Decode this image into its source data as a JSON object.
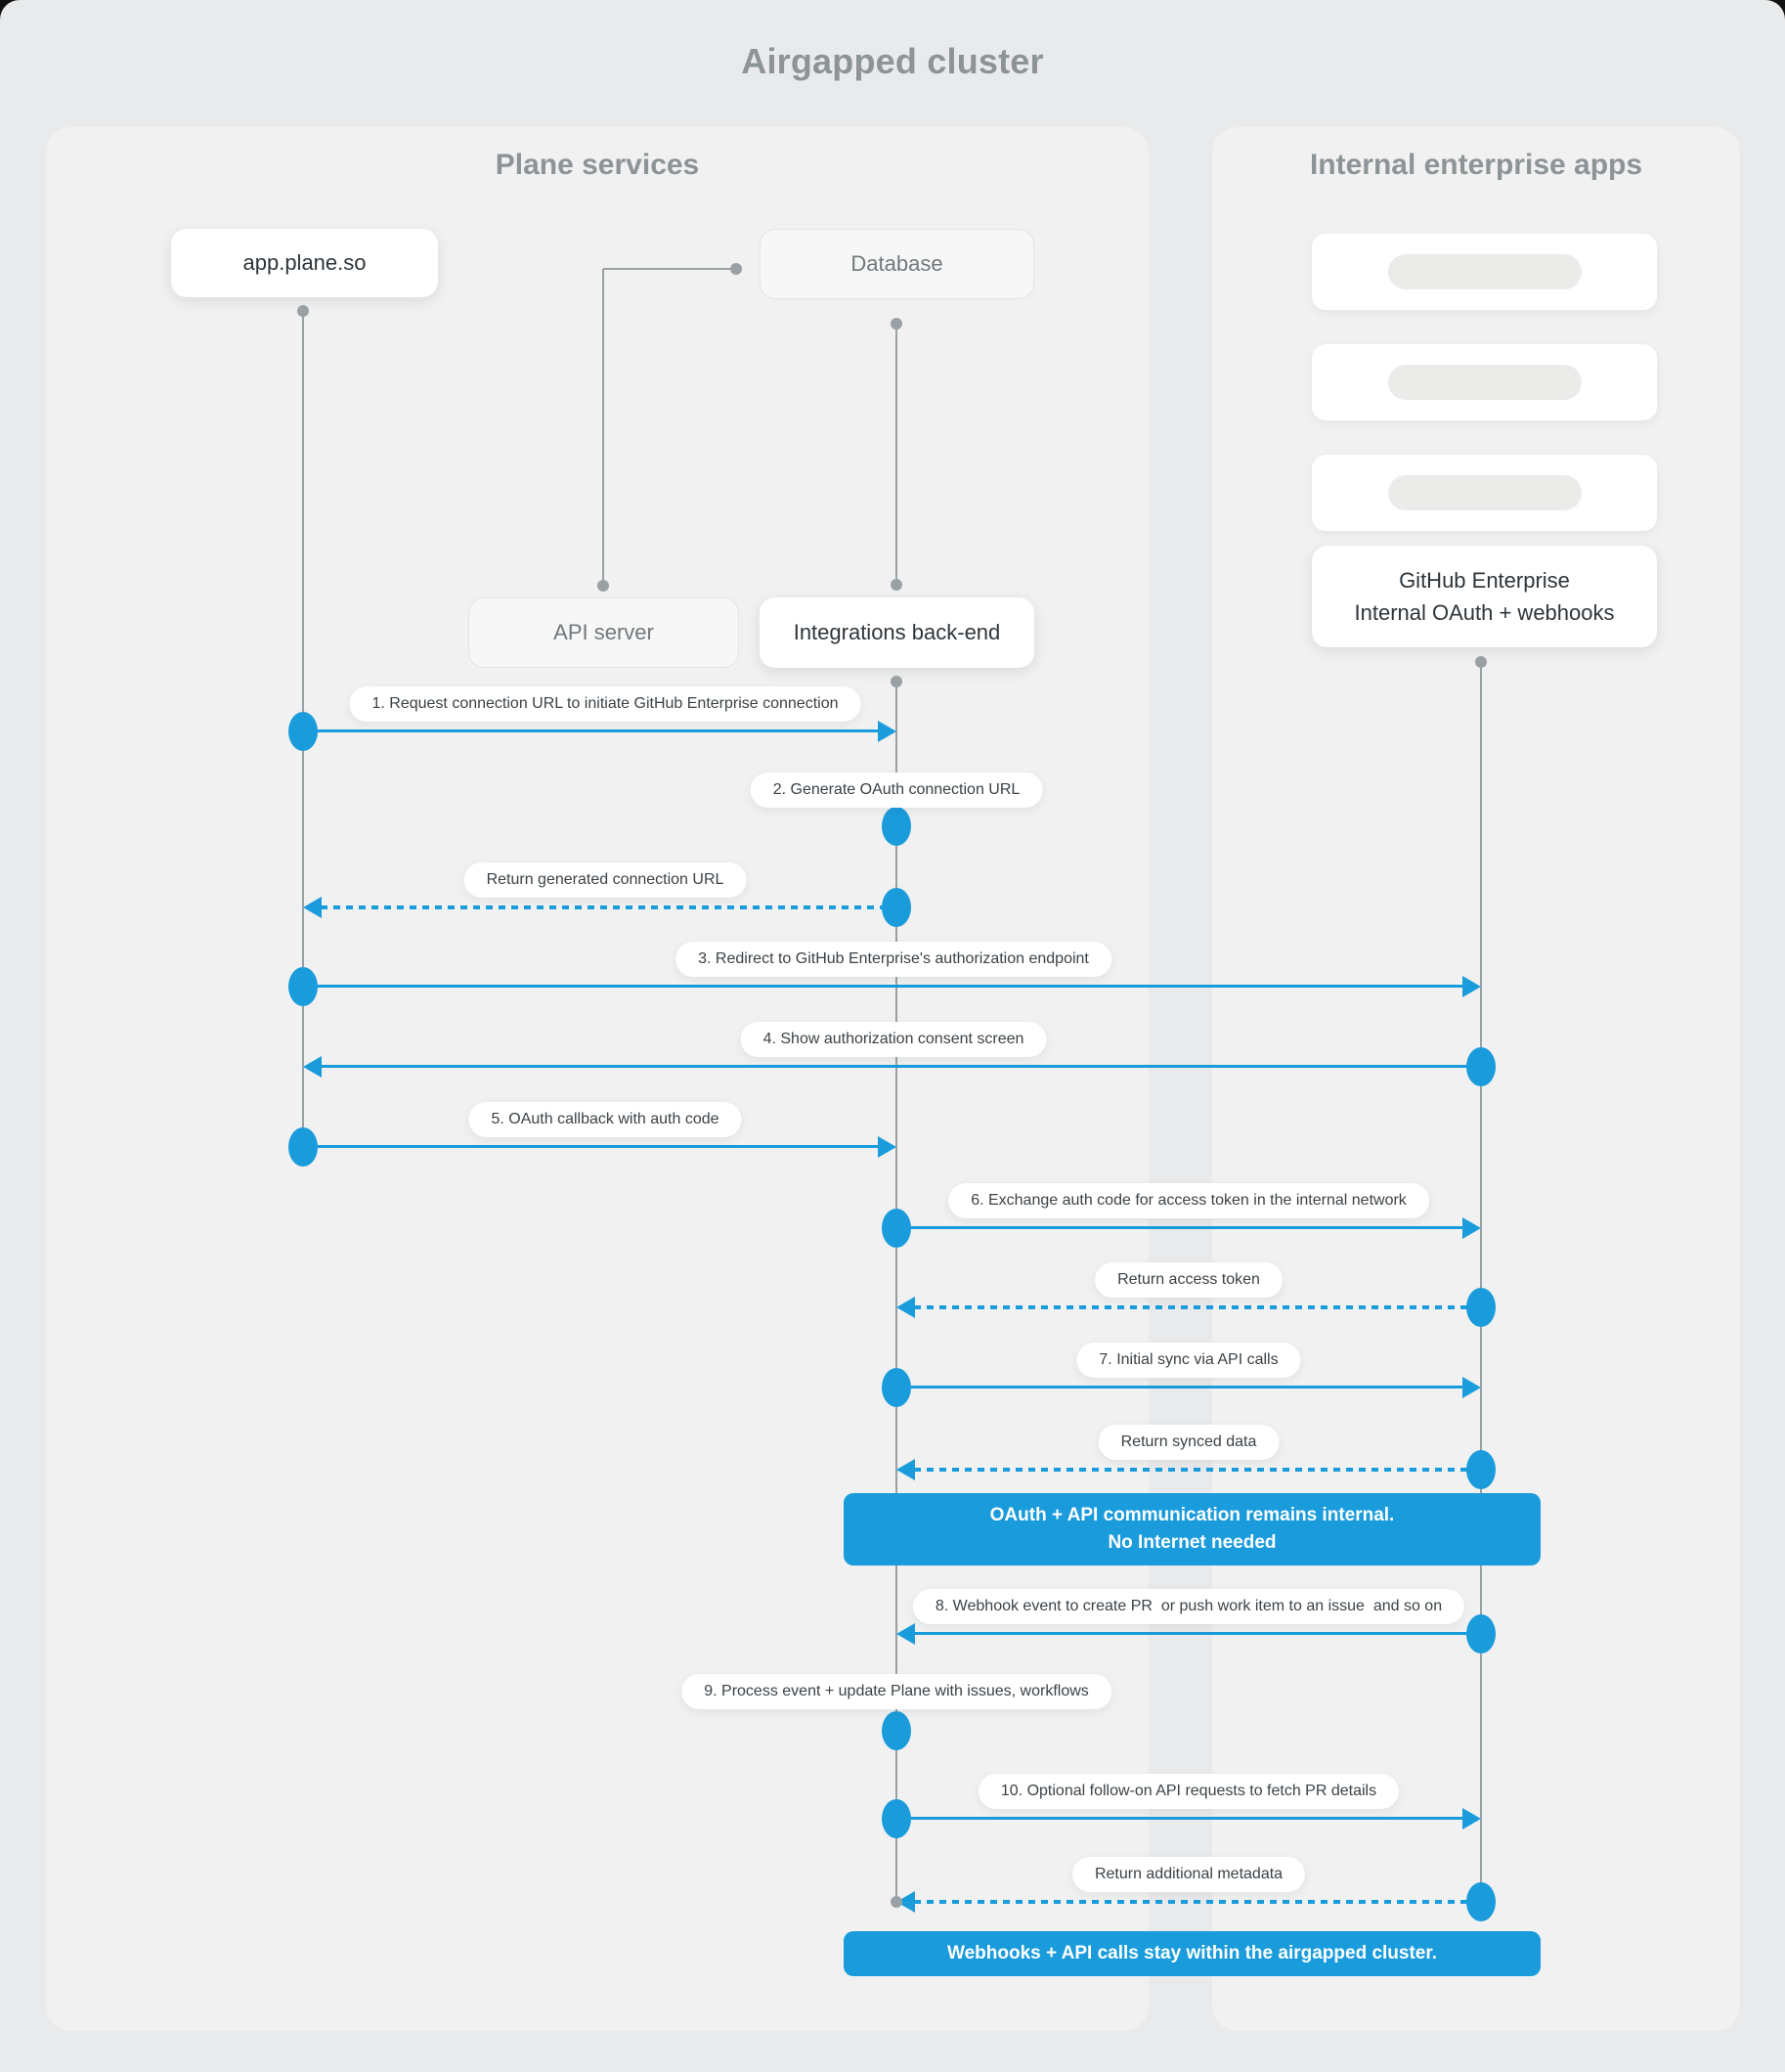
{
  "title": "Airgapped cluster",
  "colors": {
    "accent": "#1a9cdc",
    "panel": "#f0f1f0",
    "page": "#e9eaeb",
    "line_gray": "#9aa1a4"
  },
  "panels": {
    "plane": {
      "header": "Plane services"
    },
    "internal": {
      "header": "Internal enterprise apps"
    }
  },
  "nodes": {
    "app": {
      "label": "app.plane.so"
    },
    "database": {
      "label": "Database"
    },
    "api_server": {
      "label": "API server"
    },
    "integrations": {
      "label": "Integrations back-end"
    },
    "github": {
      "line1": "GitHub Enterprise",
      "line2": "Internal OAuth + webhooks"
    }
  },
  "messages": [
    {
      "label": "1. Request connection URL to initiate GitHub Enterprise connection",
      "from": "app.plane.so",
      "to": "Integrations back-end",
      "style": "solid"
    },
    {
      "label": "2. Generate OAuth connection URL",
      "from": "Integrations back-end",
      "to": "Integrations back-end",
      "style": "self"
    },
    {
      "label": "Return generated connection URL",
      "from": "Integrations back-end",
      "to": "app.plane.so",
      "style": "dashed"
    },
    {
      "label": "3. Redirect to GitHub Enterprise's authorization endpoint",
      "from": "app.plane.so",
      "to": "GitHub Enterprise",
      "style": "solid"
    },
    {
      "label": "4. Show authorization consent screen",
      "from": "GitHub Enterprise",
      "to": "app.plane.so",
      "style": "solid"
    },
    {
      "label": "5. OAuth callback with auth code",
      "from": "app.plane.so",
      "to": "Integrations back-end",
      "style": "solid"
    },
    {
      "label": "6. Exchange auth code for access token in the internal network",
      "from": "Integrations back-end",
      "to": "GitHub Enterprise",
      "style": "solid"
    },
    {
      "label": "Return access token",
      "from": "GitHub Enterprise",
      "to": "Integrations back-end",
      "style": "dashed"
    },
    {
      "label": "7. Initial sync via API calls",
      "from": "Integrations back-end",
      "to": "GitHub Enterprise",
      "style": "solid"
    },
    {
      "label": "Return synced data",
      "from": "GitHub Enterprise",
      "to": "Integrations back-end",
      "style": "dashed"
    },
    {
      "label": "8. Webhook event to create PR  or push work item to an issue  and so on",
      "from": "GitHub Enterprise",
      "to": "Integrations back-end",
      "style": "solid"
    },
    {
      "label": "9. Process event + update Plane with issues, workflows",
      "from": "Integrations back-end",
      "to": "Integrations back-end",
      "style": "self"
    },
    {
      "label": "10. Optional follow-on API requests to fetch PR details",
      "from": "Integrations back-end",
      "to": "GitHub Enterprise",
      "style": "solid"
    },
    {
      "label": "Return additional metadata",
      "from": "GitHub Enterprise",
      "to": "Integrations back-end",
      "style": "dashed"
    }
  ],
  "banners": [
    {
      "line1": "OAuth + API communication remains internal.",
      "line2": "No Internet needed"
    },
    {
      "line1": "Webhooks + API calls stay within the airgapped cluster."
    }
  ]
}
